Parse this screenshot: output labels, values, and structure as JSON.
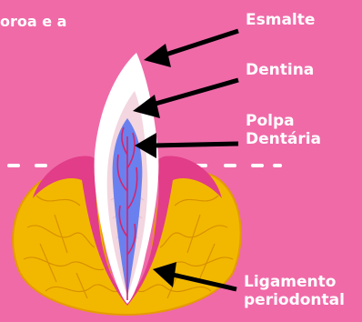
{
  "cropped_text": "oroa e a",
  "labels": {
    "esmalte": "Esmalte",
    "dentina": "Dentina",
    "polpa_line1": "Polpa",
    "polpa_line2": "Dentária",
    "ligamento_line1": "Ligamento",
    "ligamento_line2": "periodontal"
  },
  "colors": {
    "background": "#f06aa8",
    "bone": "#f2b800",
    "bone_lines": "#d48a00",
    "gum": "#e23d88",
    "enamel": "#ffffff",
    "dentin": "#f3d6df",
    "pulp": "#6a80ee",
    "nerve": "#d4246e",
    "arrow": "#000000"
  }
}
